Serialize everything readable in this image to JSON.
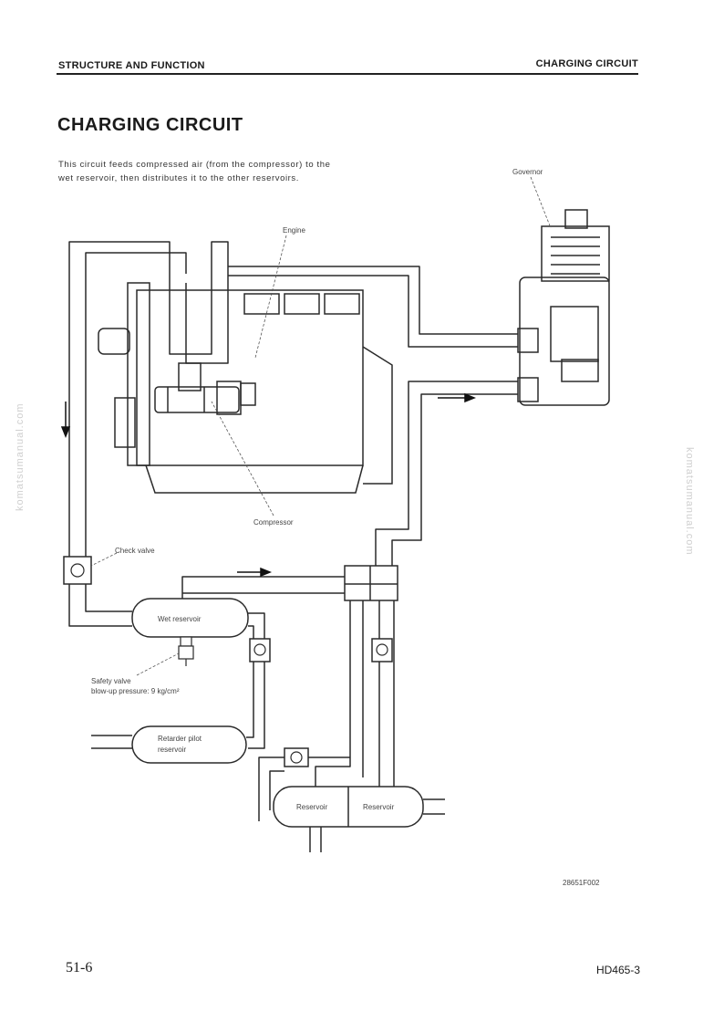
{
  "header": {
    "left": "STRUCTURE AND FUNCTION",
    "right": "CHARGING CIRCUIT"
  },
  "title": "CHARGING CIRCUIT",
  "intro": "This circuit feeds compressed air (from the compressor) to the wet reservoir, then distributes it to the other reservoirs.",
  "diagram": {
    "labels": {
      "governor": "Governor",
      "engine": "Engine",
      "compressor": "Compressor",
      "check_valve": "Check valve",
      "wet_reservoir": "Wet reservoir",
      "safety_valve_line1": "Safety valve",
      "safety_valve_line2": "blow-up pressure: 9 kg/cm²",
      "retarder_line1": "Retarder pilot",
      "retarder_line2": "reservoir",
      "reservoir_left": "Reservoir",
      "reservoir_right": "Reservoir"
    },
    "figure_code": "28651F002"
  },
  "watermark": "komatsumanual.com",
  "footer": {
    "page": "51-6",
    "model": "HD465-3"
  }
}
